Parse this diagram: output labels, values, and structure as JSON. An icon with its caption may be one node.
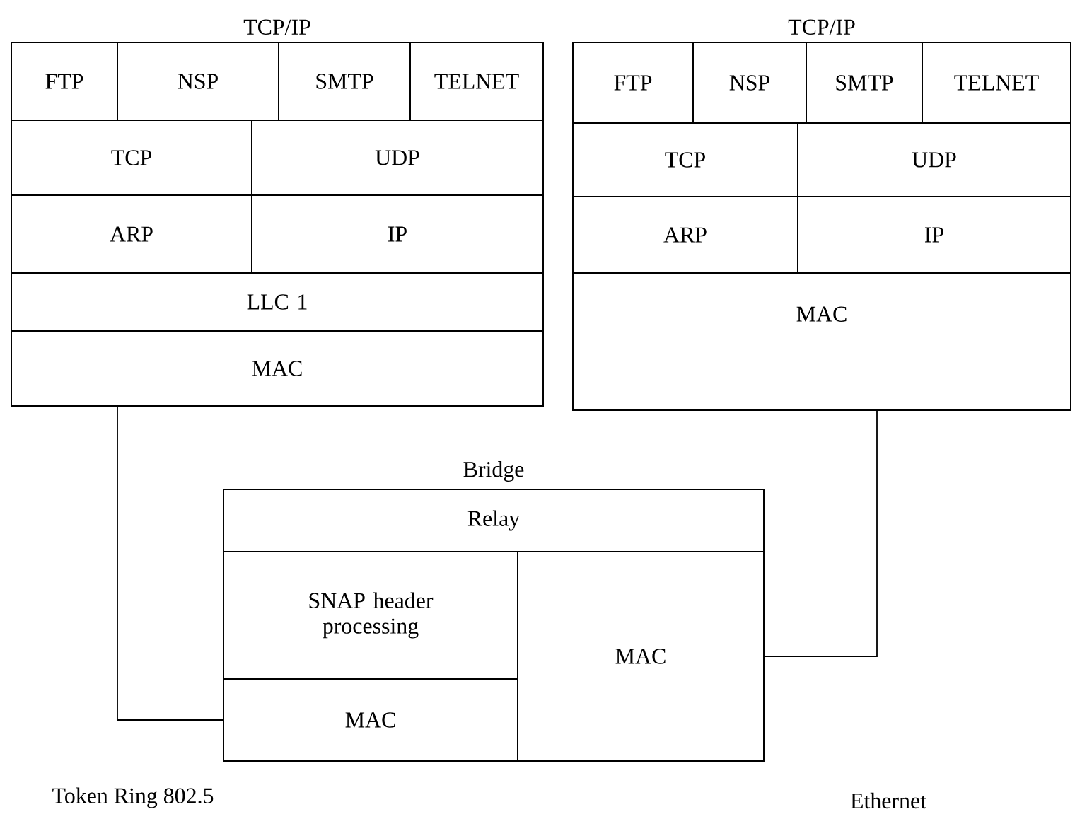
{
  "diagram": {
    "nodes": [
      {
        "text": [
          "TCP/IP"
        ]
      },
      {
        "text": [
          "FTP"
        ],
        "in": 0
      },
      {
        "text": [
          "NSP"
        ],
        "in": 0
      },
      {
        "text": [
          "SMTP"
        ],
        "in": 0
      },
      {
        "text": [
          "TELNET"
        ],
        "in": 0
      },
      {
        "text": [
          "TCP"
        ],
        "in": 0
      },
      {
        "text": [
          "UDP"
        ],
        "in": 0
      },
      {
        "text": [
          "ARP"
        ],
        "in": 0
      },
      {
        "text": [
          "IP"
        ],
        "in": 0
      },
      {
        "text": [
          "LLC 1"
        ],
        "in": 0
      },
      {
        "text": [
          "MAC"
        ],
        "in": 0
      },
      {
        "text": [
          "TCP/IP"
        ]
      },
      {
        "text": [
          "FTP"
        ],
        "in": 11
      },
      {
        "text": [
          "NSP"
        ],
        "in": 11
      },
      {
        "text": [
          "SMTP"
        ],
        "in": 11
      },
      {
        "text": [
          "TELNET"
        ],
        "in": 11
      },
      {
        "text": [
          "TCP"
        ],
        "in": 11
      },
      {
        "text": [
          "UDP"
        ],
        "in": 11
      },
      {
        "text": [
          "ARP"
        ],
        "in": 11
      },
      {
        "text": [
          "IP"
        ],
        "in": 11
      },
      {
        "text": [
          "MAC"
        ],
        "in": 11
      },
      {
        "text": [
          "Bridge"
        ]
      },
      {
        "text": [
          "Relay"
        ],
        "in": 21
      },
      {
        "text": [
          "SNAP header processing"
        ],
        "in": 21
      },
      {
        "text": [
          "MAC"
        ],
        "in": 21
      },
      {
        "text": [
          "MAC"
        ],
        "in": 21
      }
    ],
    "edges": [
      {
        "from": 10,
        "to": 24,
        "arrow": "none"
      },
      {
        "from": 25,
        "to": 20,
        "arrow": "none"
      }
    ],
    "labels": [
      "Token Ring 802.5",
      "Ethernet"
    ]
  }
}
